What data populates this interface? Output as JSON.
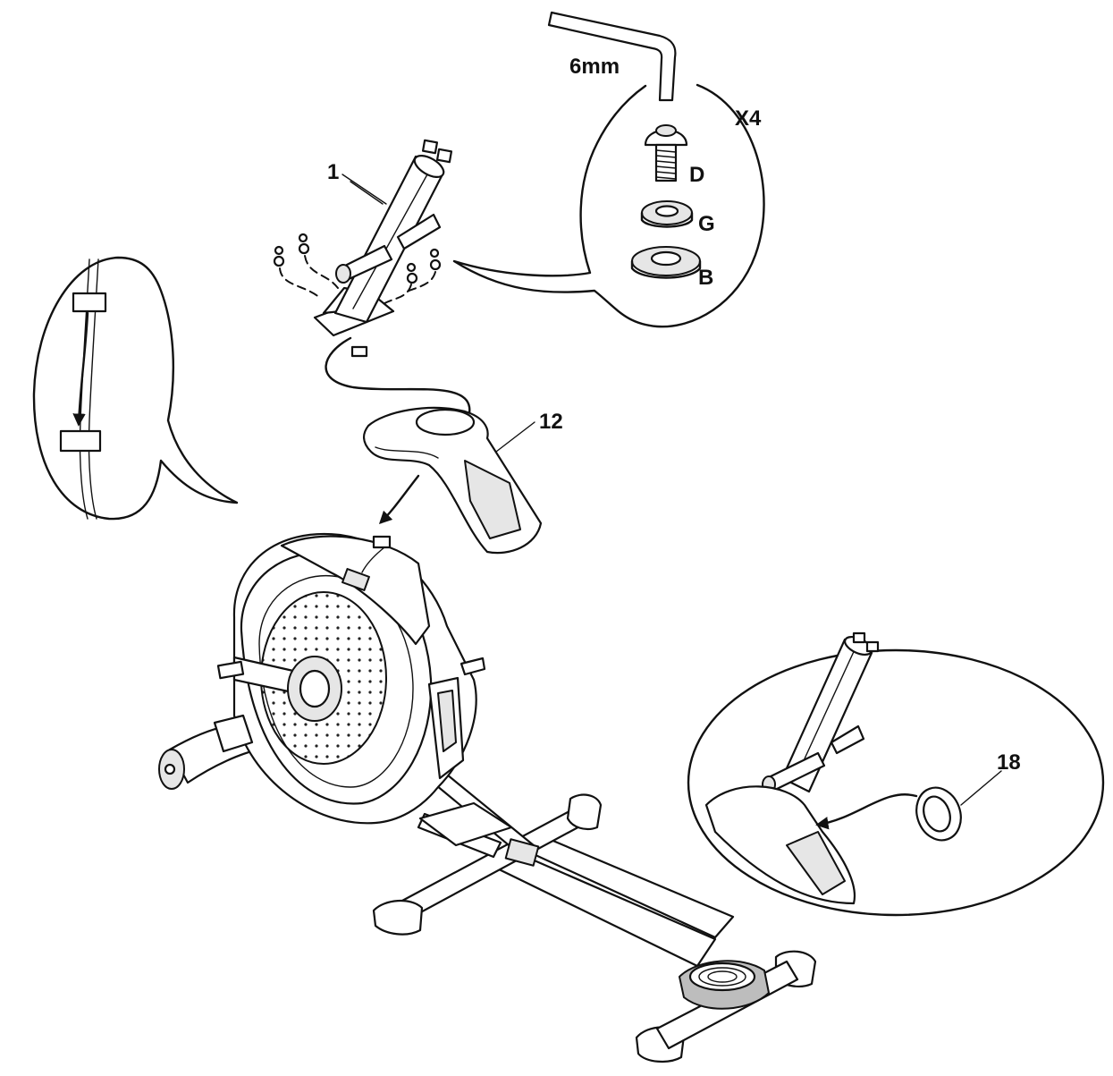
{
  "labels": {
    "allen_key_size": "6mm",
    "quantity": "X4",
    "bolt": "D",
    "split_washer": "G",
    "flat_washer": "B",
    "part_upright": "1",
    "part_cover": "12",
    "part_ring": "18"
  }
}
